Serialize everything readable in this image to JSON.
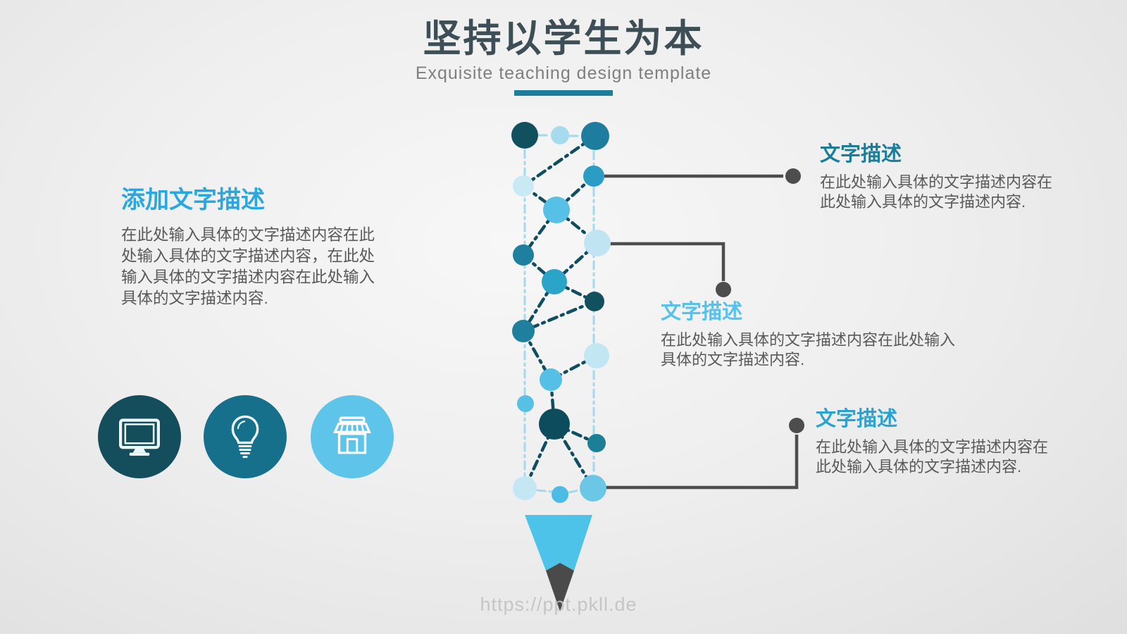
{
  "slide": {
    "title": "坚持以学生为本",
    "subtitle": "Exquisite teaching design template"
  },
  "left_block": {
    "heading": "添加文字描述",
    "body": "在此处输入具体的文字描述内容在此\n处输入具体的文字描述内容，在此处\n输入具体的文字描述内容在此处输入\n具体的文字描述内容."
  },
  "callouts": [
    {
      "heading": "文字描述",
      "heading_color": "#1c7d99",
      "body": "在此处输入具体的文字描述内容在\n此处输入具体的文字描述内容."
    },
    {
      "heading": "文字描述",
      "heading_color": "#56c2ec",
      "body": "在此处输入具体的文字描述内容在此处输入\n具体的文字描述内容."
    },
    {
      "heading": "文字描述",
      "heading_color": "#2aa3d1",
      "body": "在此处输入具体的文字描述内容在\n此处输入具体的文字描述内容."
    }
  ],
  "icons": [
    {
      "name": "monitor-icon",
      "bg": "#144d5c"
    },
    {
      "name": "lightbulb-icon",
      "bg": "#16708c"
    },
    {
      "name": "store-icon",
      "bg": "#5ec4e9"
    }
  ],
  "watermark": "https://ppt.pkll.de",
  "colors": {
    "title_text": "#3d4e56",
    "subtitle_text": "#7f7f7f",
    "accent_bar": "#1b7f9c",
    "left_heading": "#29a8e0",
    "body_text": "#595959",
    "connector_gray": "#4d4d4d",
    "dot_dark": "#11505f",
    "dot_teal": "#1f7f9f",
    "dot_blue": "#2ba4c9",
    "dot_sky": "#57c0e6",
    "dot_pale": "#c5e7f4",
    "guide_dash": "#a3d8ee",
    "edge_dash": "#0f4d61",
    "pencil_tip_blue": "#4ec3e9",
    "pencil_tip_graphite": "#4b4a4b"
  }
}
